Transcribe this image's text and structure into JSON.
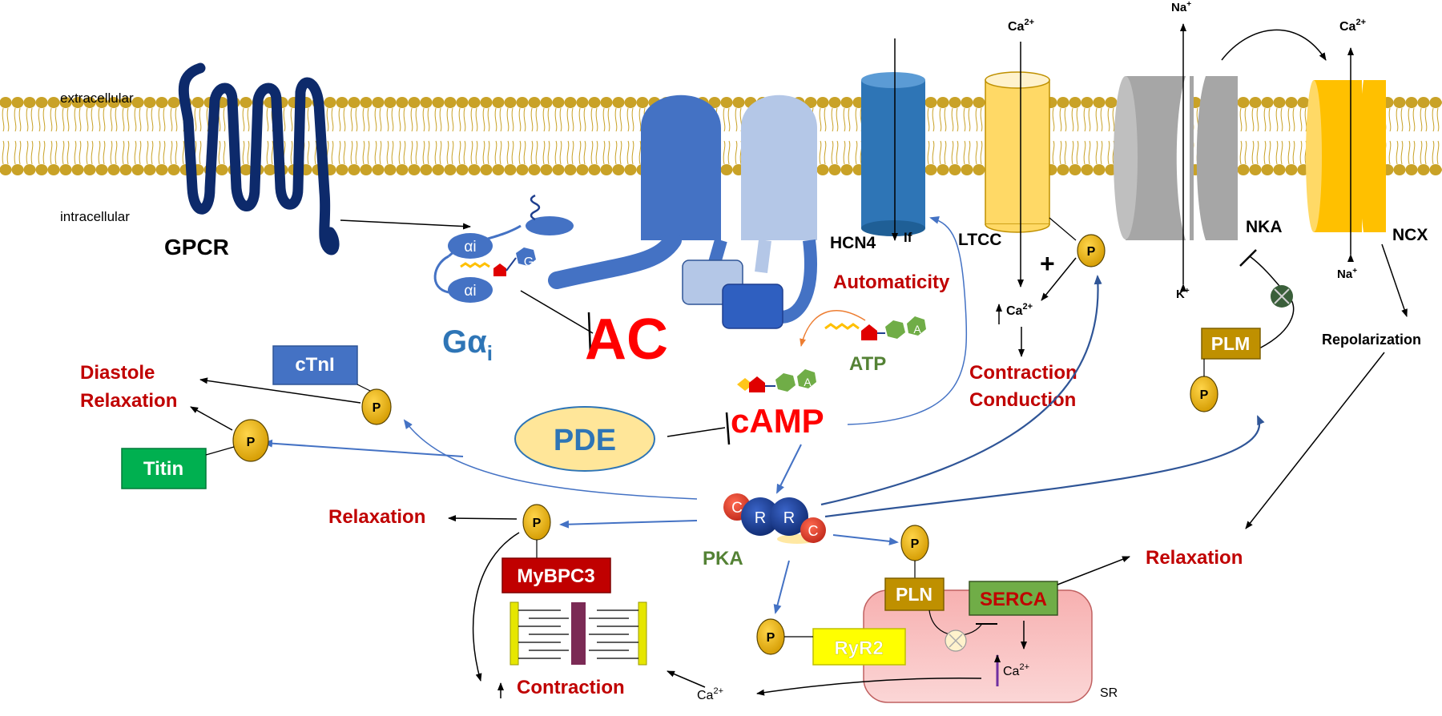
{
  "membrane": {
    "extracellular": "extracellular",
    "intracellular": "intracellular"
  },
  "gpcr": {
    "label": "GPCR"
  },
  "gprotein": {
    "label_main": "Gα",
    "label_sub": "i",
    "alpha_top": "αi",
    "alpha_bottom": "αi",
    "g_badge": "G"
  },
  "ac": {
    "label": "AC"
  },
  "hcn4": {
    "label": "HCN4",
    "current": "If"
  },
  "automaticity": "Automaticity",
  "ltcc": {
    "label": "LTCC",
    "ion_in": "Ca",
    "ion_in_sup": "2+"
  },
  "nka": {
    "label": "NKA",
    "na": "Na",
    "na_sup": "+",
    "k": "K",
    "k_sup": "+"
  },
  "ncx": {
    "label": "NCX",
    "ca": "Ca",
    "ca_sup": "2+",
    "na": "Na",
    "na_sup": "+"
  },
  "plus_sign": "+",
  "ca_rise": {
    "text": "Ca",
    "sup": "2+"
  },
  "contraction_conduction": {
    "line1": "Contraction",
    "line2": "Conduction"
  },
  "atp": {
    "label": "ATP",
    "adenine": "A"
  },
  "camp": {
    "label": "cAMP",
    "adenine": "A"
  },
  "pde": {
    "label": "PDE"
  },
  "pka": {
    "label": "PKA",
    "subunits": [
      "C",
      "R",
      "R",
      "C"
    ]
  },
  "phospho": "P",
  "ctni": {
    "label": "cTnI"
  },
  "titin": {
    "label": "Titin"
  },
  "diastole": {
    "line1": "Diastole",
    "line2": "Relaxation"
  },
  "relaxation_left": "Relaxation",
  "mybpc3": {
    "label": "MyBPC3"
  },
  "contraction_bottom": "Contraction",
  "ca_bottom": {
    "text": "Ca",
    "sup": "2+"
  },
  "plm": {
    "label": "PLM"
  },
  "repolarization": "Repolarization",
  "relaxation_right": "Relaxation",
  "sr": {
    "label": "SR",
    "pln": "PLN",
    "serca": "SERCA",
    "ryr2": "RyR2",
    "ca": "Ca",
    "ca_sup": "2+"
  },
  "colors": {
    "lipid_head": "#c9a227",
    "gpcr": "#0d2a6b",
    "ac": "#4472c4",
    "ac_light": "#b4c7e7",
    "hcn4": "#2e75b6",
    "ltcc": "#ffd966",
    "nka": "#a6a6a6",
    "ncx": "#ffc000",
    "accent_red": "#c00000",
    "pka_red": "#e03c2c",
    "pka_blue": "#1f3f8f",
    "phospho": "#e2a900",
    "arrow_blue": "#4472c4",
    "pde_fill": "#ffe699",
    "sr_fill": "#f4a9a9"
  }
}
